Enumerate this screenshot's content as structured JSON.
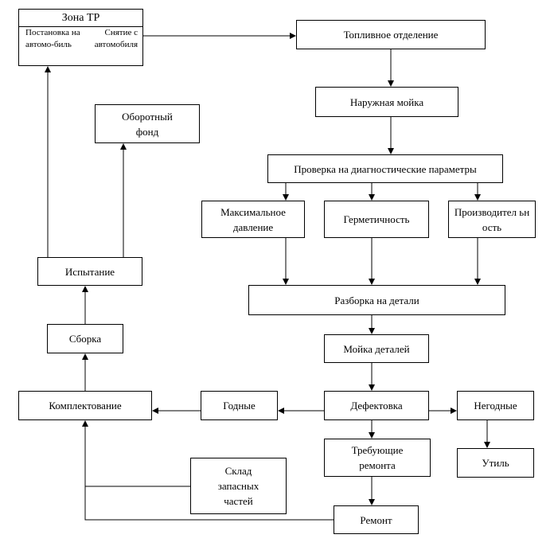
{
  "zone": {
    "title": "Зона ТР",
    "left": "Постановка на автомо-биль",
    "right": "Снятие с автомобиля"
  },
  "boxes": {
    "fuel": "Топливное отделение",
    "wash": "Наружная мойка",
    "check": "Проверка на диагностические параметры",
    "pressure": "Максимальное давление",
    "tightness": "Герметичность",
    "performance": "Производител ьность",
    "disassembly": "Разборка на детали",
    "parts_wash": "Мойка деталей",
    "defect": "Дефектовка",
    "good": "Годные",
    "bad": "Негодные",
    "need_repair": "Требующие ремонта",
    "scrap": "Утиль",
    "warehouse": "Склад запасных частей",
    "repair": "Ремонт",
    "kitting": "Комплектование",
    "assembly": "Сборка",
    "testing": "Испытание",
    "fund": "Оборотный фонд"
  }
}
